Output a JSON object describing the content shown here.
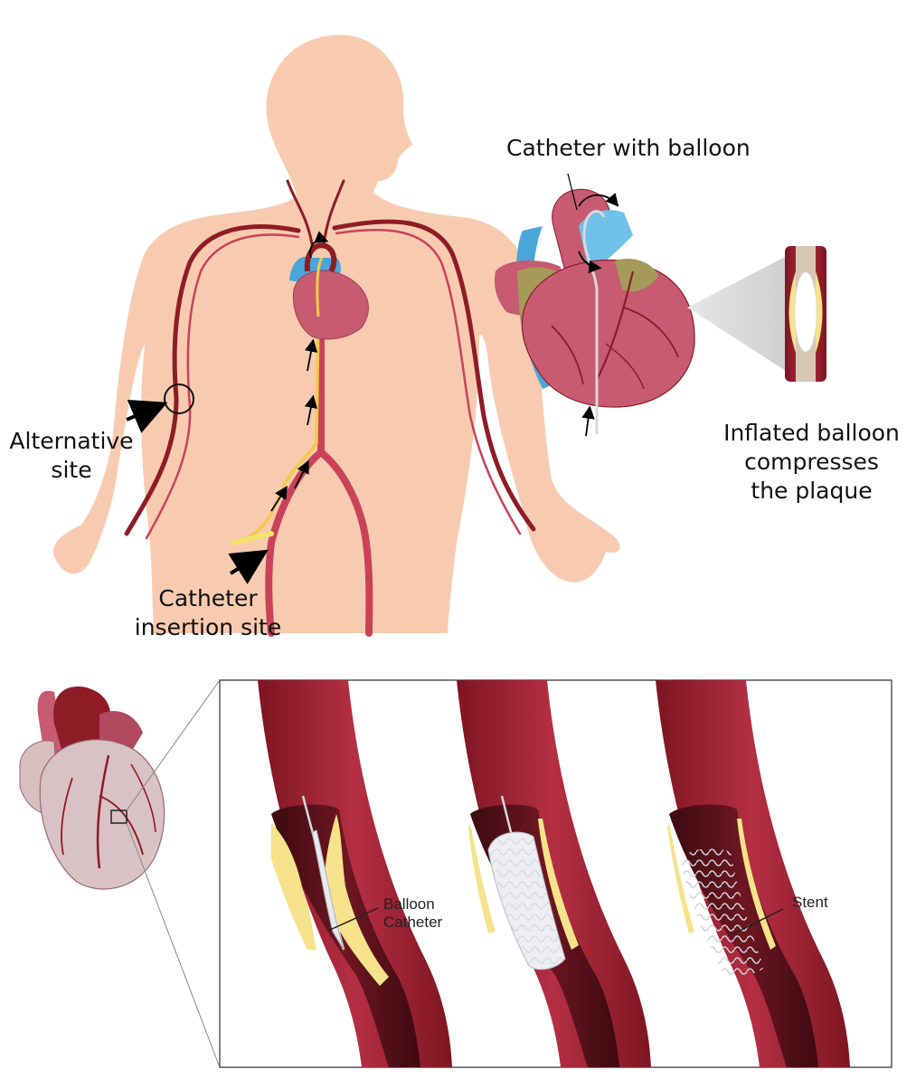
{
  "labels": {
    "catheter_with_balloon": "Catheter with balloon",
    "alternative_site_line1": "Alternative",
    "alternative_site_line2": "site",
    "insertion_site_line1": "Catheter",
    "insertion_site_line2": "insertion site",
    "inflated_line1": "Inflated balloon",
    "inflated_line2": "compresses",
    "inflated_line3": "the plaque",
    "balloon_catheter_line1": "Balloon",
    "balloon_catheter_line2": "Catheter",
    "stent": "Stent"
  },
  "colors": {
    "skin": "#f8cbb0",
    "artery": "#8e1c26",
    "artery_light": "#c9425a",
    "heart": "#c65b72",
    "vein": "#4aa6d8",
    "plaque": "#f6e28a",
    "catheter": "#f3c94a",
    "wire": "#d8d8d8"
  }
}
